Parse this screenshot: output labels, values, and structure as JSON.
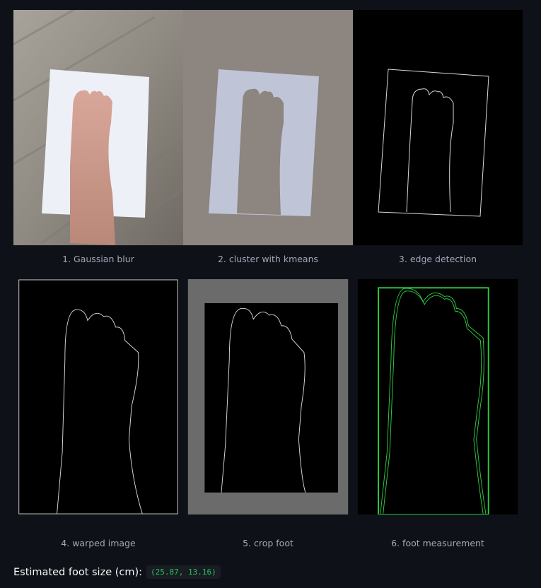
{
  "steps": [
    {
      "caption": "1. Gaussian blur"
    },
    {
      "caption": "2. cluster with kmeans"
    },
    {
      "caption": "3. edge detection"
    },
    {
      "caption": "4. warped image"
    },
    {
      "caption": "5. crop foot"
    },
    {
      "caption": "6. foot measurement"
    }
  ],
  "result": {
    "label": "Estimated foot size (cm):",
    "value": "(25.87, 13.16)"
  },
  "colors": {
    "background": "#0e1117",
    "caption": "#a3a8b8",
    "code_text": "#21c354",
    "measure_box": "#2ecc40"
  }
}
